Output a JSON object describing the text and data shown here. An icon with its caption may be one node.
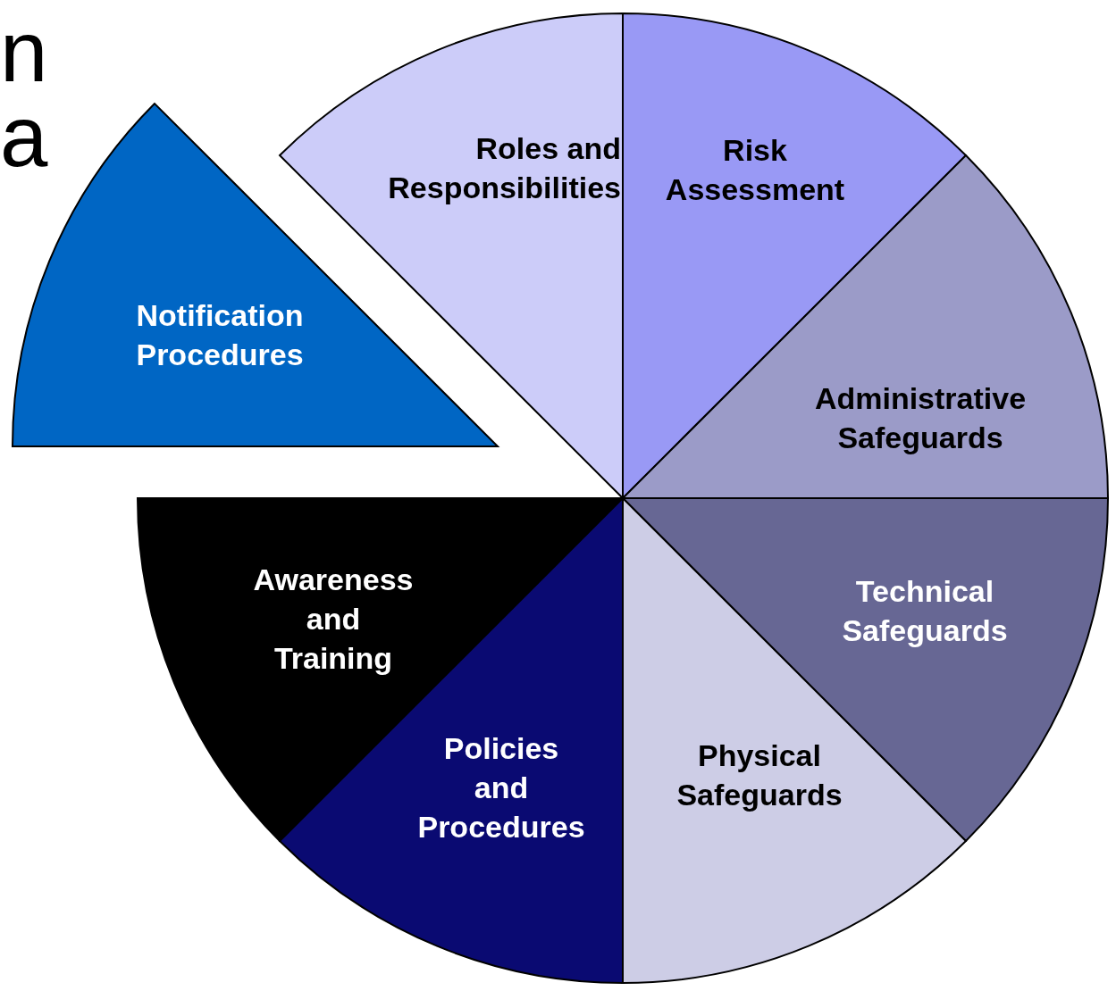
{
  "diagram": {
    "nodes": [
      {
        "text": [
          "Roles and Responsibilities"
        ]
      },
      {
        "text": [
          "Risk Assessment"
        ]
      },
      {
        "text": [
          "Notification Procedures"
        ]
      },
      {
        "text": [
          "Administrative Safeguards"
        ]
      },
      {
        "text": [
          "Technical Safeguards"
        ]
      },
      {
        "text": [
          "Awareness and Training"
        ]
      },
      {
        "text": [
          "Policies and Procedures"
        ]
      },
      {
        "text": [
          "Physical Safeguards"
        ]
      }
    ],
    "labels": [
      "n",
      "a"
    ]
  }
}
